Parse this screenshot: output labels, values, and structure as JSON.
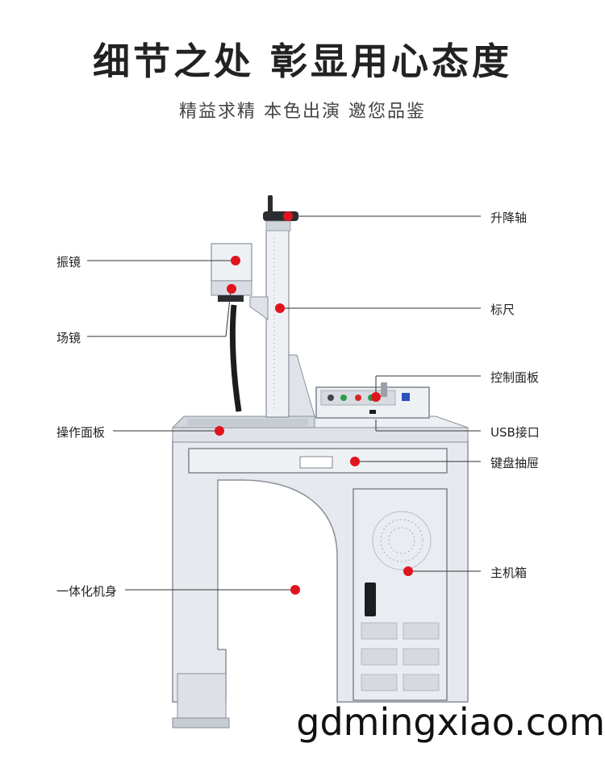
{
  "header": {
    "title": "细节之处 彰显用心态度",
    "subtitle": "精益求精  本色出演  邀您品鉴"
  },
  "labels": {
    "lift_axis": "升降轴",
    "galvo": "振镜",
    "scale": "标尺",
    "field_lens": "场镜",
    "control_panel": "控制面板",
    "work_table": "操作面板",
    "usb_port": "USB接口",
    "keyboard_drawer": "键盘抽屉",
    "main_cabinet": "主机箱",
    "integrated_body": "一体化机身"
  },
  "watermark": "gdmingxiao.com",
  "colors": {
    "marker": "#e0141e",
    "body": "#e6e9ee",
    "body_shade": "#d3d7de",
    "outline": "#8a9099",
    "leader": "#333333"
  }
}
